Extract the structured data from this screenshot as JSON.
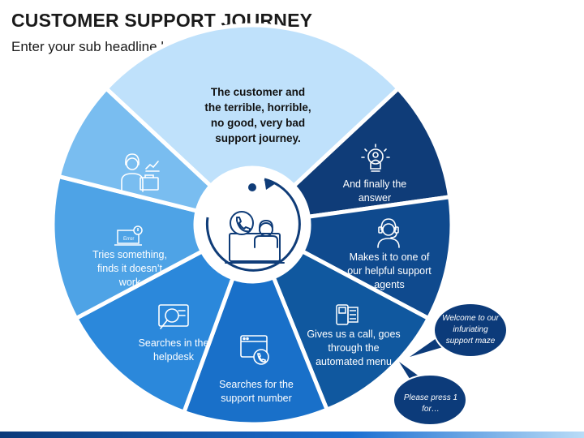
{
  "header": {
    "title": "CUSTOMER SUPPORT JOURNEY",
    "subtitle": "Enter your sub headline here"
  },
  "segments": [
    {
      "id": "journey",
      "label": "The customer and the terrible, horrible, no good, very bad  support journey.",
      "color": "#bfe1fb"
    },
    {
      "id": "answer",
      "label": "And finally the answer",
      "color": "#0f3c78",
      "icon": "lightbulb-person-icon"
    },
    {
      "id": "agents",
      "label": "Makes it to one of our helpful support agents",
      "color": "#0f4a8e",
      "icon": "headset-agent-icon"
    },
    {
      "id": "call",
      "label": "Gives us a call, goes through the automated menu",
      "color": "#10589f",
      "icon": "phone-menu-icon"
    },
    {
      "id": "number",
      "label": "Searches for the support number",
      "color": "#1970c9",
      "icon": "browser-phone-icon"
    },
    {
      "id": "helpdesk",
      "label": "Searches in the helpdesk",
      "color": "#2b88db",
      "icon": "magnifier-document-icon"
    },
    {
      "id": "tries",
      "label": "Tries something, finds it doesn’t work",
      "color": "#4ea3e6",
      "icon": "laptop-error-icon",
      "error_text": "Error"
    },
    {
      "id": "person",
      "label": "",
      "color": "#79bdf0",
      "icon": "businesswoman-briefcase-icon"
    }
  ],
  "center": {
    "icon": "support-agent-phone-icon"
  },
  "bubbles": [
    {
      "id": "maze",
      "text": "Welcome to our infuriating support maze",
      "color": "#0c3b7a"
    },
    {
      "id": "press",
      "text": "Please press 1 for…",
      "color": "#0c3b7a"
    }
  ]
}
